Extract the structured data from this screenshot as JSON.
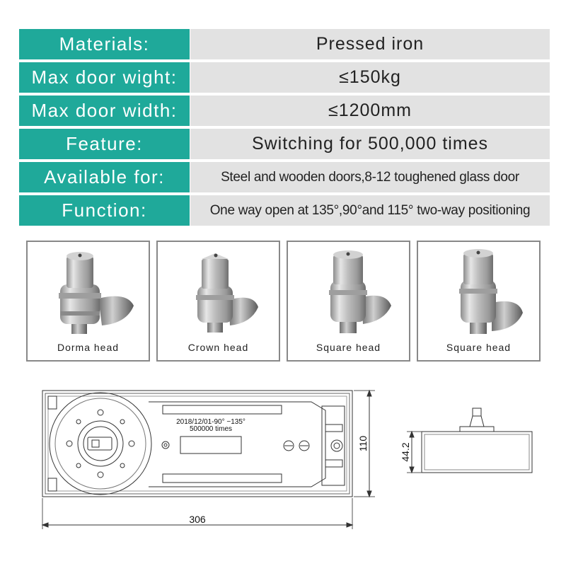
{
  "specs": [
    {
      "label": "Materials:",
      "value": "Pressed iron"
    },
    {
      "label": "Max door wight:",
      "value": "≤150kg"
    },
    {
      "label": "Max door width:",
      "value": "≤1200mm"
    },
    {
      "label": "Feature:",
      "value": "Switching for 500,000 times"
    },
    {
      "label": "Available for:",
      "value": "Steel and wooden doors,8-12 toughened glass door"
    },
    {
      "label": "Function:",
      "value": "One way open at 135°,90°and 115° two-way positioning"
    }
  ],
  "heads": [
    {
      "caption": "Dorma head"
    },
    {
      "caption": "Crown head"
    },
    {
      "caption": "Square head"
    },
    {
      "caption": "Square head"
    }
  ],
  "drawing": {
    "plate_line1": "2018/12/01-90°  −135°",
    "plate_line2": "500000 times",
    "dim_length": "306",
    "dim_width": "110",
    "dim_height": "44.2"
  }
}
